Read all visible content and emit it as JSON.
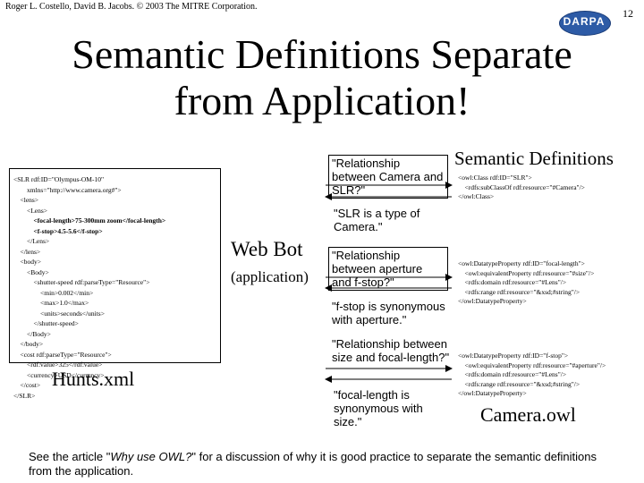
{
  "header": {
    "credit": "Roger L. Costello, David B. Jacobs. © 2003 The MITRE Corporation.",
    "page_number": "12",
    "logo_text": "DARPA"
  },
  "slide": {
    "title_line1": "Semantic Definitions Separate",
    "title_line2": "from Application!"
  },
  "xml_listing": {
    "lines": [
      "<SLR rdf:ID=\"Olympus-OM-10\"",
      "        xmlns=\"http://www.camera.org#\">",
      "    <lens>",
      "        <Lens>",
      "            <focal-length>75-300mm zoom</focal-length>",
      "            <f-stop>4.5-5.6</f-stop>",
      "        </Lens>",
      "    </lens>",
      "    <body>",
      "        <Body>",
      "            <shutter-speed rdf:parseType=\"Resource\">",
      "                <min>0.002</min>",
      "                <max>1.0</max>",
      "                <units>seconds</units>",
      "            </shutter-speed>",
      "        </Body>",
      "    </body>",
      "    <cost rdf:parseType=\"Resource\">",
      "        <rdf:value>325</rdf:value>",
      "        <currency>USD</currency>",
      "    </cost>",
      "</SLR>"
    ],
    "caption": "Hunts.xml"
  },
  "web_bot": {
    "line1": "Web Bot",
    "line2": "(application)"
  },
  "questions": {
    "q1": "\"Relationship between Camera and SLR?\"",
    "a1": "\"SLR is a type of Camera.\"",
    "q2": "\"Relationship between aperture and f-stop?\"",
    "a2": "\"f-stop is synonymous with aperture.\"",
    "q3": "\"Relationship between size and focal-length?\"",
    "a3": "\"focal-length is synonymous with size.\""
  },
  "semantic": {
    "heading": "Semantic Definitions",
    "block1": [
      "<owl:Class rdf:ID=\"SLR\">",
      "    <rdfs:subClassOf rdf:resource=\"#Camera\"/>",
      "</owl:Class>"
    ],
    "block2": [
      "<owl:DatatypeProperty rdf:ID=\"focal-length\">",
      "    <owl:equivalentProperty rdf:resource=\"#size\"/>",
      "    <rdfs:domain rdf:resource=\"#Lens\"/>",
      "    <rdfs:range rdf:resource=\"&xsd;#string\"/>",
      "</owl:DatatypeProperty>"
    ],
    "block3": [
      "<owl:DatatypeProperty rdf:ID=\"f-stop\">",
      "    <owl:equivalentProperty rdf:resource=\"#aperture\"/>",
      "    <rdfs:domain rdf:resource=\"#Lens\"/>",
      "    <rdfs:range rdf:resource=\"&xsd;#string\"/>",
      "</owl:DatatypeProperty>"
    ],
    "caption": "Camera.owl"
  },
  "footer": {
    "text_before": "See the article \"",
    "text_italic": "Why use OWL?",
    "text_after": "\" for a discussion of why it is good practice to separate the semantic definitions from the application."
  }
}
